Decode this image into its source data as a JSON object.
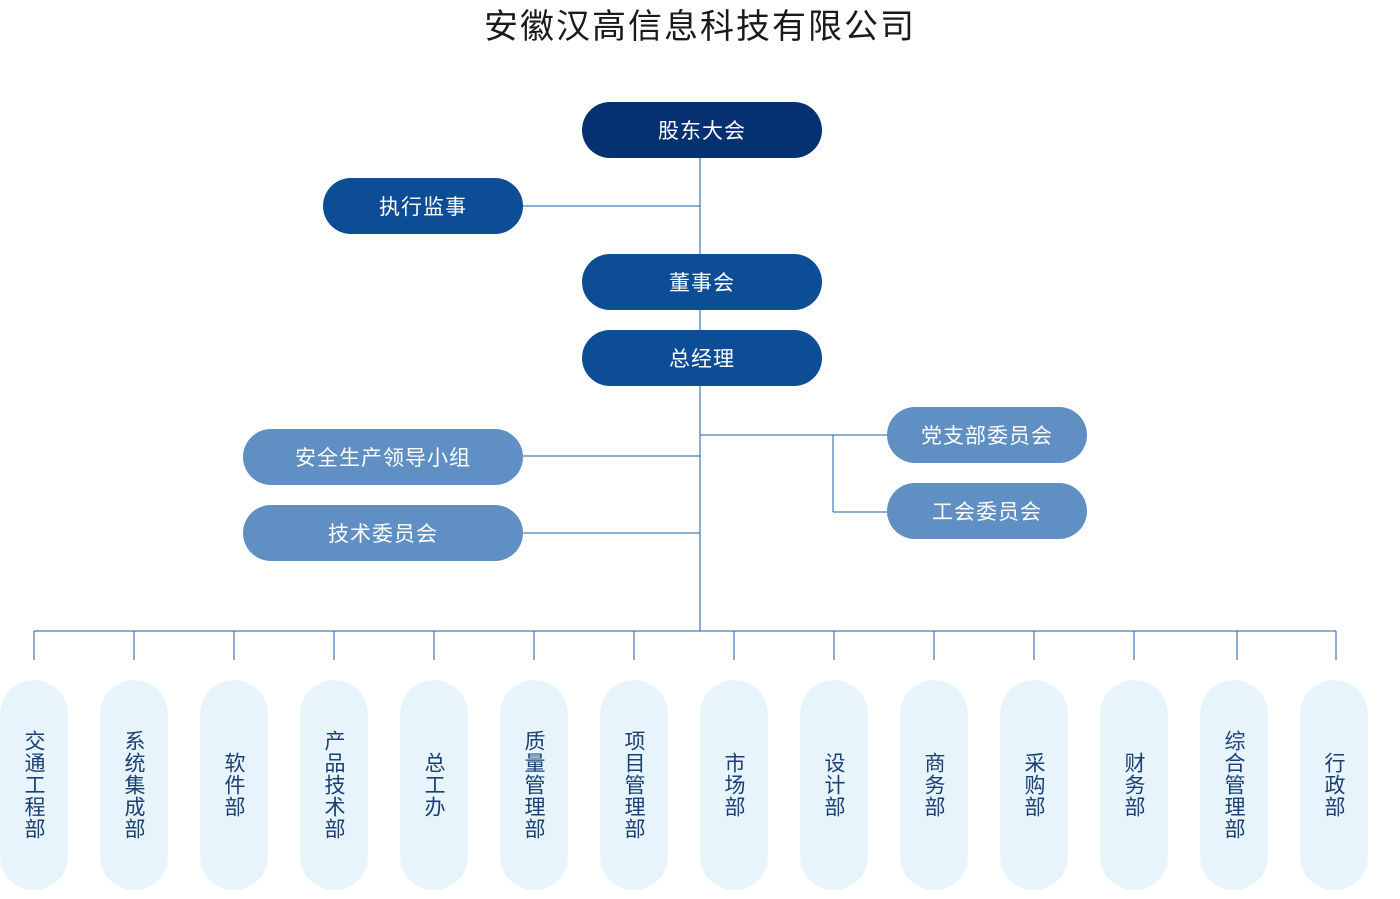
{
  "title": "安徽汉高信息科技有限公司",
  "nodes": {
    "shareholders": "股东大会",
    "supervisor": "执行监事",
    "board": "董事会",
    "gm": "总经理",
    "safety_group": "安全生产领导小组",
    "tech_committee": "技术委员会",
    "party_committee": "党支部委员会",
    "union_committee": "工会委员会"
  },
  "departments": [
    "交通工程部",
    "系统集成部",
    "软件部",
    "产品技术部",
    "总工办",
    "质量管理部",
    "项目管理部",
    "市场部",
    "设计部",
    "商务部",
    "采购部",
    "财务部",
    "综合管理部",
    "行政部"
  ],
  "colors": {
    "top_node": "#053170",
    "main_node": "#0c4d96",
    "side_node": "#5f8fc3",
    "dept_bg": "#e8f4fc",
    "line": "#1f5fa6"
  }
}
